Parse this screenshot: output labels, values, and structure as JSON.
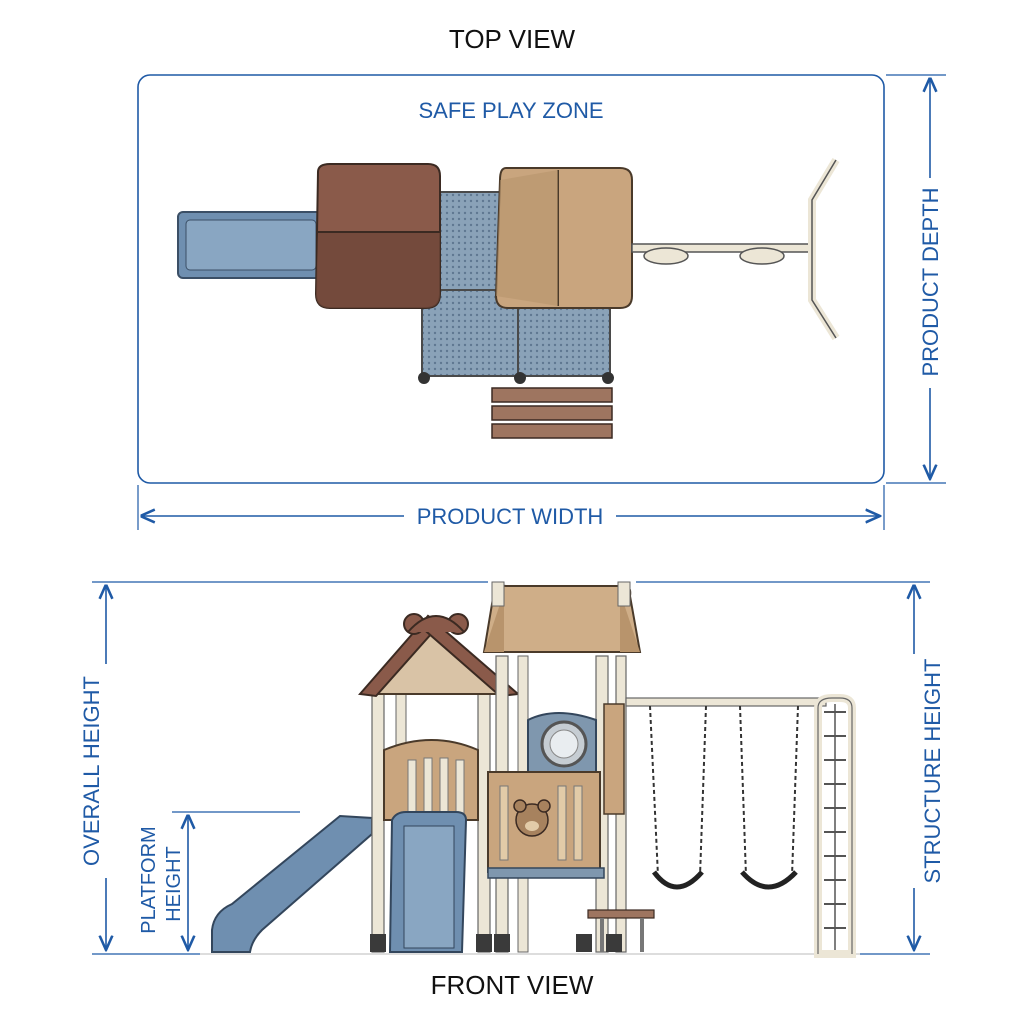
{
  "top_view": {
    "title": "TOP VIEW",
    "zone_label": "SAFE PLAY ZONE",
    "width_label": "PRODUCT WIDTH",
    "depth_label": "PRODUCT DEPTH"
  },
  "front_view": {
    "title": "FRONT VIEW",
    "overall_height_label": "OVERALL HEIGHT",
    "platform_height_label_line1": "PLATFORM",
    "platform_height_label_line2": "HEIGHT",
    "structure_height_label": "STRUCTURE HEIGHT"
  },
  "colors": {
    "dimension_blue": "#1f5aa6",
    "roof_brown": "#8a5a4a",
    "roof_tan": "#cfae88",
    "slide_blue": "#6f8fb0",
    "panel_blue": "#7f97ae",
    "post_cream": "#ece6d6",
    "wood": "#c9a57e"
  }
}
